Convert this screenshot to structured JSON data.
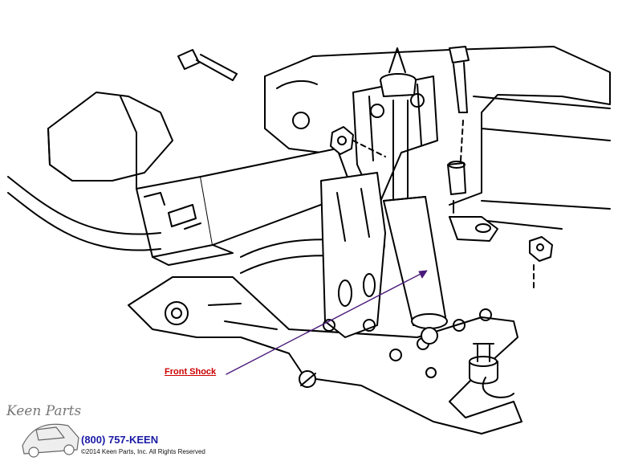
{
  "callout": {
    "label": "Front Shock",
    "color": "#cc0000",
    "pointer_color": "#4a1a7a"
  },
  "brand": {
    "logo_text": "Keen Parts",
    "phone": "(800) 757-KEEN",
    "copyright": "©2014 Keen Parts, Inc. All Rights Reserved"
  },
  "colors": {
    "line_art": "#000000",
    "background": "#ffffff",
    "phone": "#1a1aa6"
  }
}
